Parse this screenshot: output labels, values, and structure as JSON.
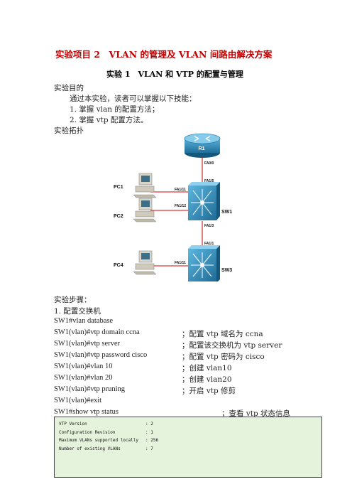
{
  "doc": {
    "title": "实验项目 2　VLAN 的管理及 VLAN 间路由解决方案",
    "subtitle": "实验 1　VLAN 和 VTP 的配置与管理",
    "purpose_heading": "实验目的",
    "purpose_intro": "通过本实验，读者可以掌握以下技能：",
    "purpose_items": [
      "1. 掌握 vlan 的配置方法；",
      "2. 掌握 vtp 配置方法。"
    ],
    "topology_heading": "实验拓扑",
    "steps_heading": "实验步骤：",
    "step1": "1.  配置交换机"
  },
  "topology": {
    "router": "R1",
    "router_port": "FA0/0",
    "sw1_uplink": "FA1/5",
    "sw1_pc1_port": "FA1/11",
    "sw1_pc2_port": "FA1/12",
    "sw1_down": "FA1/3",
    "sw3_up": "FA1/1",
    "sw3_pc4_port": "FA1/11",
    "pc1": "PC1",
    "pc2": "PC2",
    "pc4": "PC4",
    "sw1": "SW1",
    "sw3": "SW3",
    "colors": {
      "router": "#1e7aa8",
      "switch": "#2a86b4",
      "link": "#d43a3a"
    }
  },
  "commands": [
    {
      "cmd": "SW1#vlan database",
      "note": ""
    },
    {
      "cmd": "SW1(vlan)#vtp domain ccna",
      "note": "；配置 vtp 域名为 ccna"
    },
    {
      "cmd": "SW1(vlan)#vtp server",
      "note": "；配置该交换机为 vtp server"
    },
    {
      "cmd": "SW1(vlan)#vtp password cisco",
      "note": "；配置 vtp 密码为 cisco"
    },
    {
      "cmd": "SW1(vlan)#vlan 10",
      "note": "；创建 vlan10"
    },
    {
      "cmd": "SW1(vlan)#vlan 20",
      "note": "；创建 vlan20"
    },
    {
      "cmd": "SW1(vlan)#vtp pruning",
      "note": "；开启 vtp 修剪"
    },
    {
      "cmd": "SW1(vlan)#exit",
      "note": ""
    },
    {
      "cmd": "SW1#show vtp status",
      "note": "；查看 vtp  状态信息"
    }
  ],
  "terminal": [
    {
      "key": "VTP Version",
      "val": ": 2"
    },
    {
      "key": "Configuration Revision",
      "val": ": 1"
    },
    {
      "key": "Maximum VLANs supported locally",
      "val": ": 256"
    },
    {
      "key": "Number of existing VLANs",
      "val": ": 7"
    }
  ]
}
